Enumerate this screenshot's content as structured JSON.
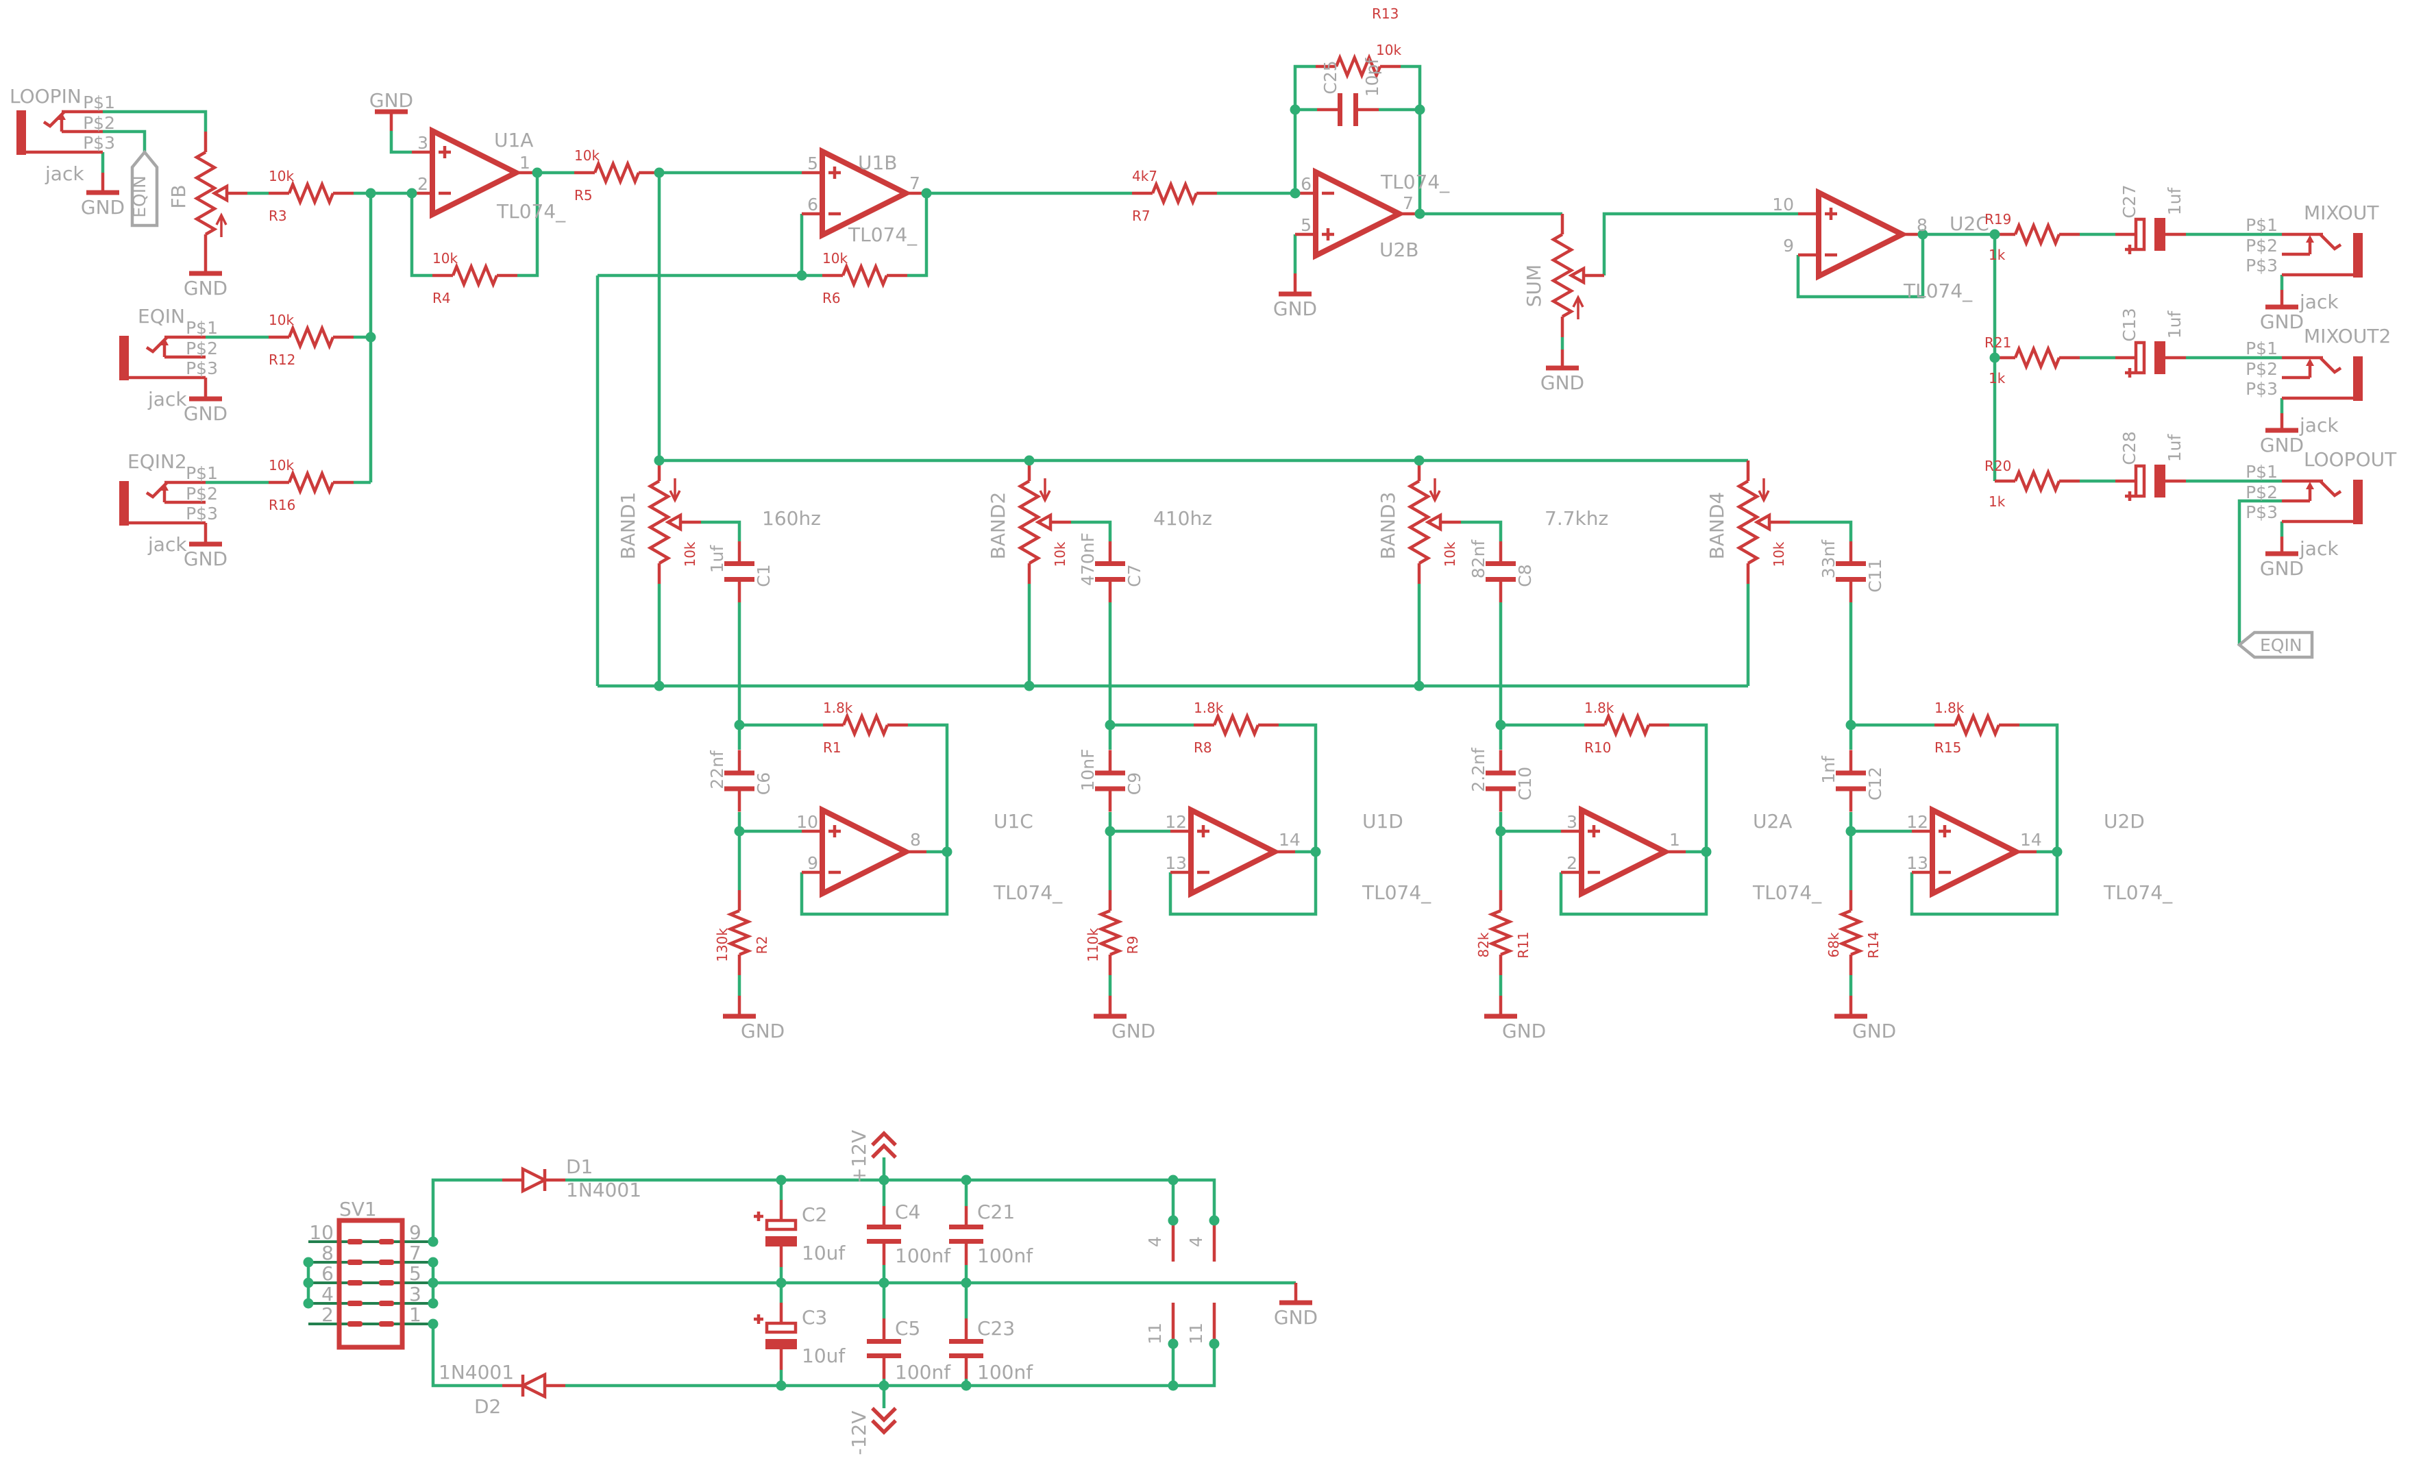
{
  "colors": {
    "symbol": "#cc3b3b",
    "net": "#2fae74",
    "pin_line": "#23804f",
    "label": "#a7a7a7",
    "background": "#ffffff"
  },
  "gnd": "GND",
  "jacks": [
    {
      "name": "LOOPIN",
      "p1": "P$1",
      "p2": "P$2",
      "p3": "P$3",
      "part": "jack"
    },
    {
      "name": "EQIN",
      "p1": "P$1",
      "p2": "P$2",
      "p3": "P$3",
      "part": "jack"
    },
    {
      "name": "EQIN2",
      "p1": "P$1",
      "p2": "P$2",
      "p3": "P$3",
      "part": "jack"
    },
    {
      "name": "MIXOUT",
      "p1": "P$1",
      "p2": "P$2",
      "p3": "P$3",
      "part": "jack"
    },
    {
      "name": "MIXOUT2",
      "p1": "P$1",
      "p2": "P$2",
      "p3": "P$3",
      "part": "jack"
    },
    {
      "name": "LOOPOUT",
      "p1": "P$1",
      "p2": "P$2",
      "p3": "P$3",
      "part": "jack"
    }
  ],
  "tags": [
    "EQIN",
    "EQIN"
  ],
  "pots": [
    {
      "name": "FB",
      "value": ""
    },
    {
      "name": "BAND1",
      "value": "10k"
    },
    {
      "name": "BAND2",
      "value": "10k"
    },
    {
      "name": "BAND3",
      "value": "10k"
    },
    {
      "name": "BAND4",
      "value": "10k"
    },
    {
      "name": "SUM",
      "value": ""
    }
  ],
  "freq_labels": [
    "160hz",
    "410hz",
    "7.7khz"
  ],
  "resistors": [
    {
      "name": "R3",
      "value": "10k"
    },
    {
      "name": "R12",
      "value": "10k"
    },
    {
      "name": "R16",
      "value": "10k"
    },
    {
      "name": "R4",
      "value": "10k"
    },
    {
      "name": "R5",
      "value": "10k"
    },
    {
      "name": "R6",
      "value": "10k"
    },
    {
      "name": "R7",
      "value": "4k7"
    },
    {
      "name": "R13",
      "value": "10k"
    },
    {
      "name": "R19",
      "value": "1k"
    },
    {
      "name": "R21",
      "value": "1k"
    },
    {
      "name": "R20",
      "value": "1k"
    },
    {
      "name": "R1",
      "value": "1.8k"
    },
    {
      "name": "R2",
      "value": "130k"
    },
    {
      "name": "R8",
      "value": "1.8k"
    },
    {
      "name": "R9",
      "value": "110k"
    },
    {
      "name": "R10",
      "value": "1.8k"
    },
    {
      "name": "R11",
      "value": "82k"
    },
    {
      "name": "R15",
      "value": "1.8k"
    },
    {
      "name": "R14",
      "value": "68k"
    }
  ],
  "capacitors": [
    {
      "name": "C25",
      "value": "10pf"
    },
    {
      "name": "C27",
      "value": "1uf"
    },
    {
      "name": "C13",
      "value": "1uf"
    },
    {
      "name": "C28",
      "value": "1uf"
    },
    {
      "name": "C1",
      "value": "1uf"
    },
    {
      "name": "C6",
      "value": "22nf"
    },
    {
      "name": "C7",
      "value": "470nF"
    },
    {
      "name": "C9",
      "value": "10nF"
    },
    {
      "name": "C8",
      "value": "82nf"
    },
    {
      "name": "C10",
      "value": "2.2nf"
    },
    {
      "name": "C11",
      "value": "33nf"
    },
    {
      "name": "C12",
      "value": "1nf"
    },
    {
      "name": "C2",
      "value": "10uf"
    },
    {
      "name": "C3",
      "value": "10uf"
    },
    {
      "name": "C4",
      "value": "100nf"
    },
    {
      "name": "C5",
      "value": "100nf"
    },
    {
      "name": "C21",
      "value": "100nf"
    },
    {
      "name": "C23",
      "value": "100nf"
    }
  ],
  "opamps": [
    {
      "name": "U1A",
      "part": "TL074_",
      "pin_plus": "3",
      "pin_minus": "2",
      "pin_out": "1"
    },
    {
      "name": "U1B",
      "part": "TL074_",
      "pin_plus": "5",
      "pin_minus": "6",
      "pin_out": "7"
    },
    {
      "name": "U2B",
      "part": "TL074_",
      "pin_plus": "5",
      "pin_minus": "6",
      "pin_out": "7"
    },
    {
      "name": "U2C",
      "part": "TL074_",
      "pin_plus": "10",
      "pin_minus": "9",
      "pin_out": "8"
    },
    {
      "name": "U1C",
      "part": "TL074_",
      "pin_plus": "10",
      "pin_minus": "9",
      "pin_out": "8"
    },
    {
      "name": "U1D",
      "part": "TL074_",
      "pin_plus": "12",
      "pin_minus": "13",
      "pin_out": "14"
    },
    {
      "name": "U2A",
      "part": "TL074_",
      "pin_plus": "3",
      "pin_minus": "2",
      "pin_out": "1"
    },
    {
      "name": "U2D",
      "part": "TL074_",
      "pin_plus": "12",
      "pin_minus": "13",
      "pin_out": "14"
    }
  ],
  "diodes": [
    {
      "name": "D1",
      "value": "1N4001"
    },
    {
      "name": "D2",
      "value": "1N4001"
    }
  ],
  "connector": {
    "name": "SV1",
    "left_pins": [
      "10",
      "8",
      "6",
      "4",
      "2"
    ],
    "right_pins": [
      "9",
      "7",
      "5",
      "3",
      "1"
    ]
  },
  "supplies": [
    {
      "label": "+12V"
    },
    {
      "label": "-12V"
    }
  ],
  "ic_power_pins": [
    "4",
    "4",
    "11",
    "11"
  ]
}
